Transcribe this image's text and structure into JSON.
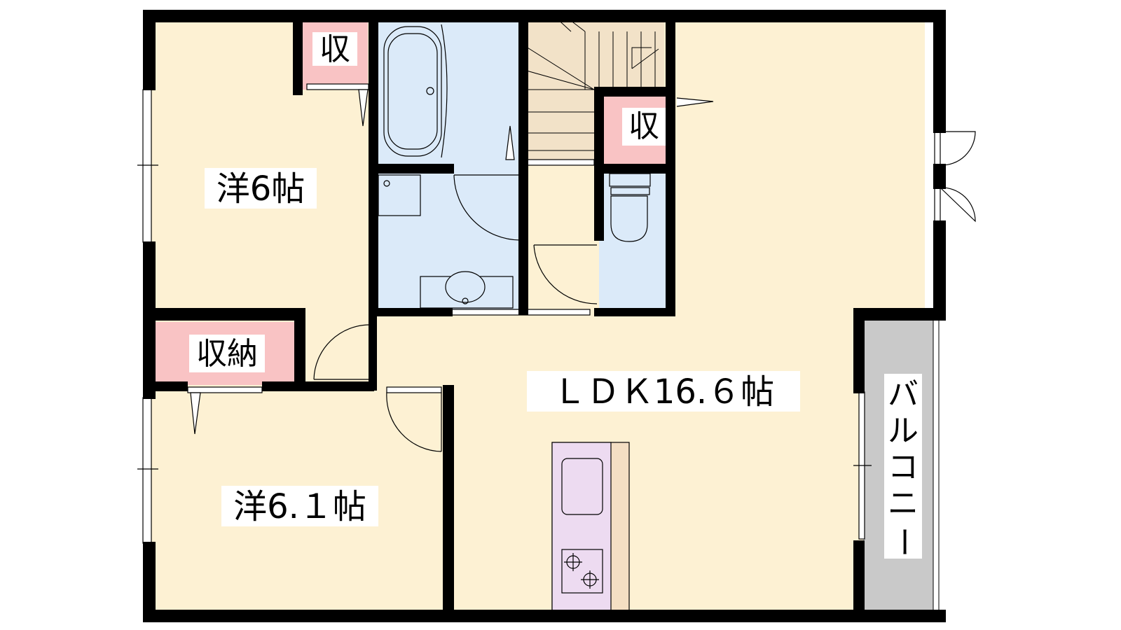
{
  "rooms": {
    "western_room_1": "洋6帖",
    "western_room_2": "洋6.１帖",
    "ldk": "ＬＤＫ16.６帖",
    "closet_upper_left": "収",
    "closet_by_stairs": "収",
    "storage": "収納",
    "balcony": [
      "バ",
      "ル",
      "コ",
      "ニ",
      "ー"
    ]
  },
  "colors": {
    "floor": "#fdf1d3",
    "wet_area": "#dbeaf9",
    "storage": "#f9c3c4",
    "stairs": "#f2e2c8",
    "kitchen": "#eddbf1",
    "counter": "#f4dfc3",
    "balcony": "#c9c9c9",
    "wall": "#000000"
  }
}
